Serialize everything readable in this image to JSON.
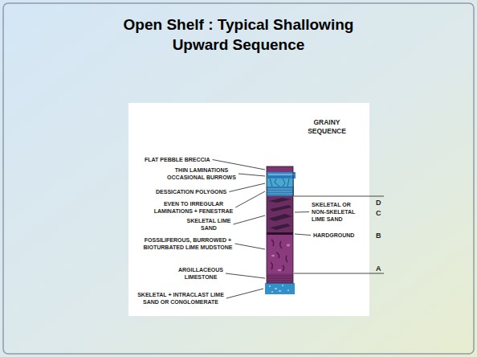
{
  "diagram": {
    "title": "Open Shelf : Typical Shallowing Upward Sequence",
    "labels": [
      "GRAINY SEQUENCE",
      "FLAT PEBBLE BRECCIA",
      "THIN LAMINATIONS OCCASIONAL BURROWS",
      "DESSICATION POLYGONS",
      "EVEN TO IRREGULAR LAMINATIONS + FENESTRAE",
      "SKELETAL LIME SAND",
      "FOSSILIFEROUS, BURROWED + BIOTURBATED LIME MUDSTONE",
      "ARGILLACEOUS LIMESTONE",
      "SKELETAL + INTRACLAST LIME SAND OR CONGLOMERATE",
      "SKELETAL OR NON-SKELETAL LIME SAND",
      "HARDGROUND",
      "D",
      "C",
      "B",
      "A"
    ]
  }
}
